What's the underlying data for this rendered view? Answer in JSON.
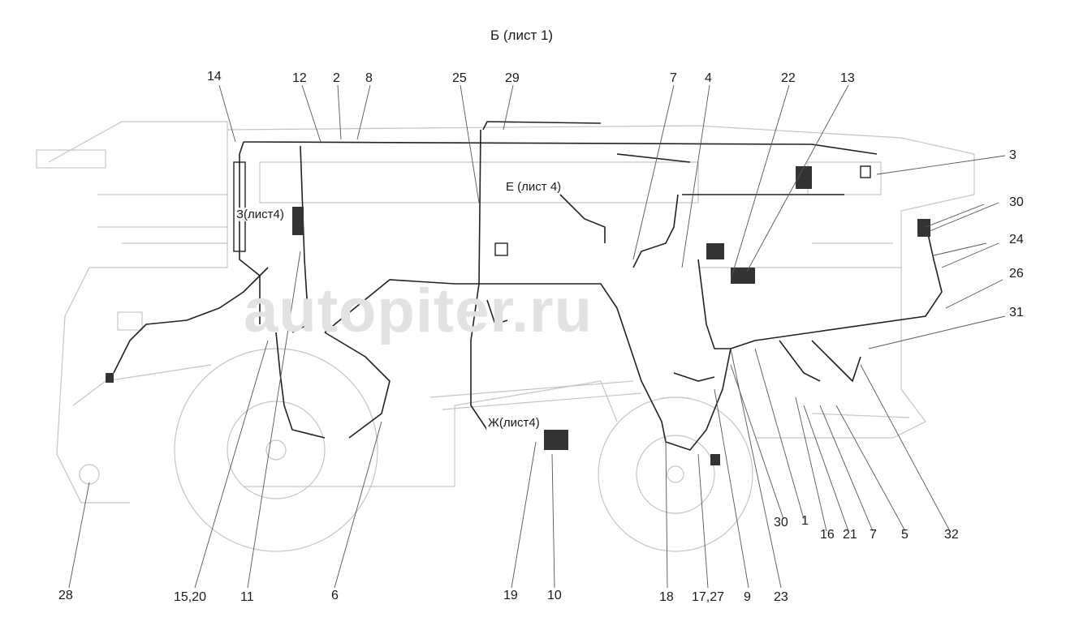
{
  "title": "Б (лист 1)",
  "sheet_refs": {
    "z": "З(лист4)",
    "e": "Е (лист 4)",
    "zh": "Ж(лист4)"
  },
  "watermark": "autopiter.ru",
  "callouts_top": [
    "14",
    "12",
    "2",
    "8",
    "25",
    "29",
    "7",
    "4",
    "22",
    "13"
  ],
  "callouts_right": [
    "3",
    "30",
    "24",
    "26",
    "31"
  ],
  "callouts_lower_right": [
    "30",
    "1",
    "16",
    "21",
    "7",
    "5",
    "32"
  ],
  "callouts_bottom": [
    "28",
    "15,20",
    "11",
    "6",
    "19",
    "10",
    "18",
    "17,27",
    "9",
    "23"
  ],
  "colors": {
    "outline": "#c4c4c4",
    "harness": "#222222",
    "text": "#1a1a1a",
    "watermark": "#e2e2e2"
  }
}
